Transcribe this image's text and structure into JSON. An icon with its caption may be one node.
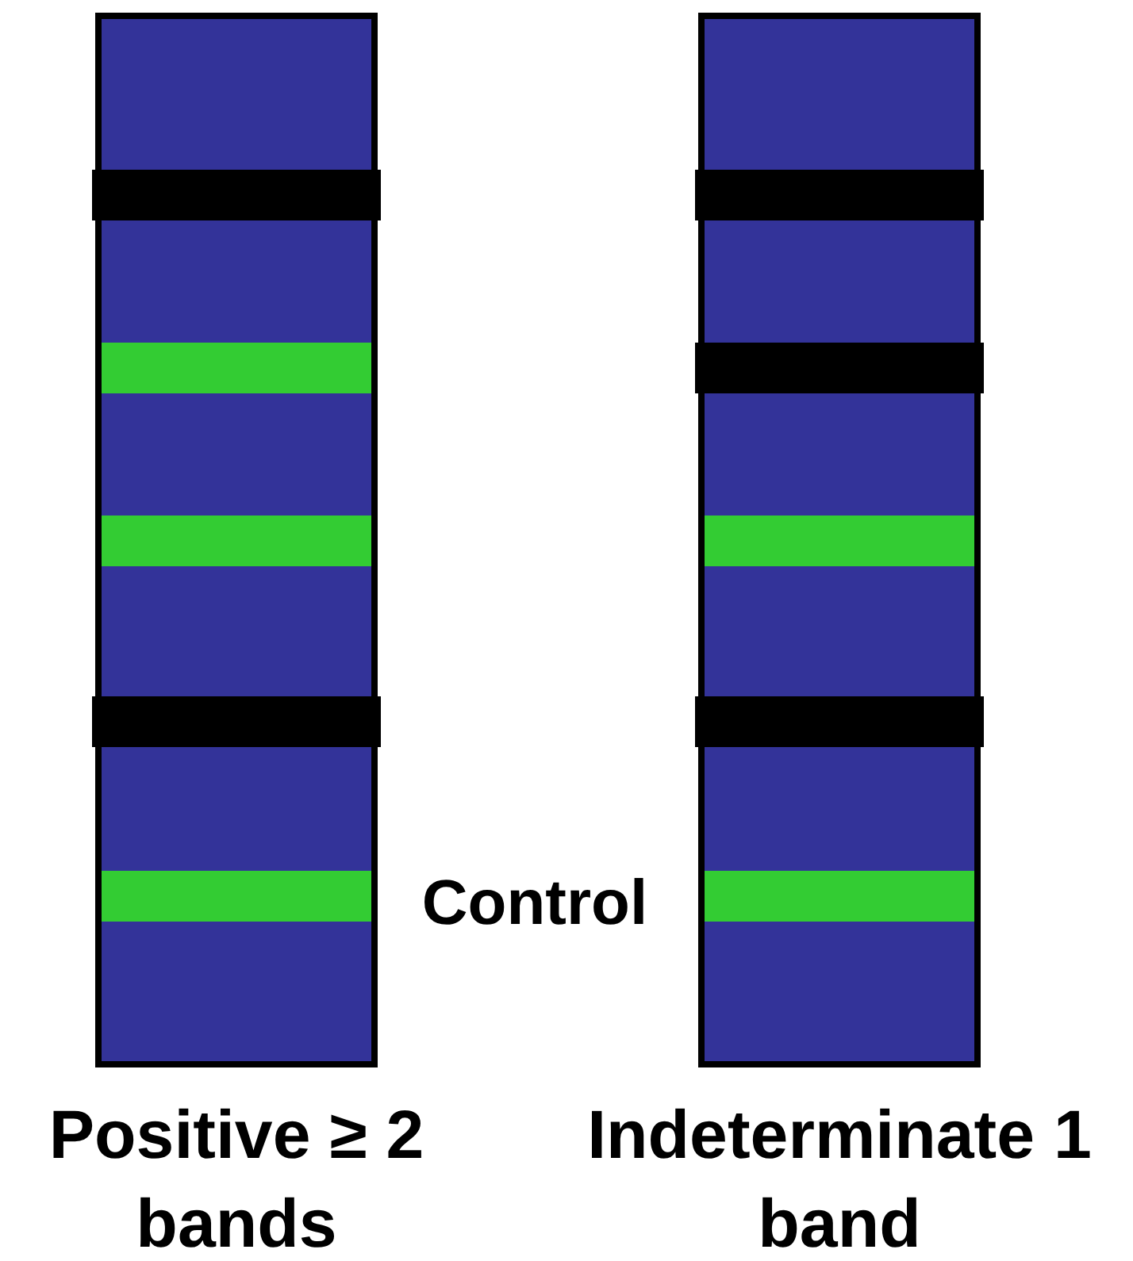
{
  "diagram": {
    "nodes": [
      {
        "text": [
          "Positive ≥ 2 bands"
        ]
      },
      {
        "text": [
          "Indeterminate 1 band"
        ]
      }
    ],
    "labels": [
      "Control"
    ]
  }
}
